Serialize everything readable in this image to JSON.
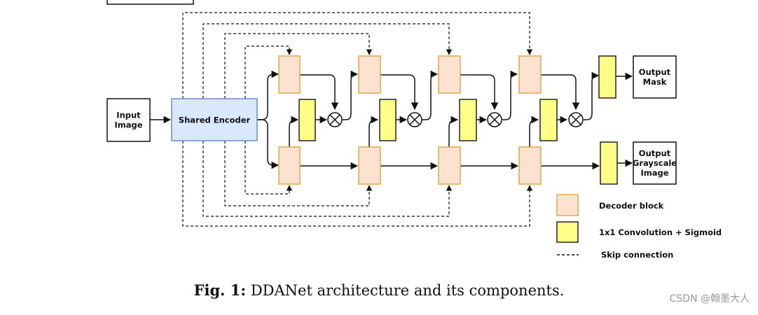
{
  "colors": {
    "decoder_fill": "#fde3cf",
    "decoder_stroke": "#e0a848",
    "conv_fill": "#ffff88",
    "conv_stroke": "#222222",
    "encoder_fill": "#dae8fc",
    "encoder_stroke": "#6c8ebf",
    "line": "#111111"
  },
  "nodes": {
    "input": "Input\nImage",
    "encoder": "Shared Encoder",
    "output_mask": "Output\nMask",
    "output_gray": "Output\nGrayscale\nImage"
  },
  "symbols": {
    "multiply": "⊗"
  },
  "legend": {
    "decoder": "Decoder block",
    "conv": "1x1 Convolution + Sigmoid",
    "skip": "Skip connection"
  },
  "caption": {
    "label": "Fig. 1:",
    "text": " DDANet architecture and its components."
  },
  "watermark": "CSDN @翰墨大人"
}
